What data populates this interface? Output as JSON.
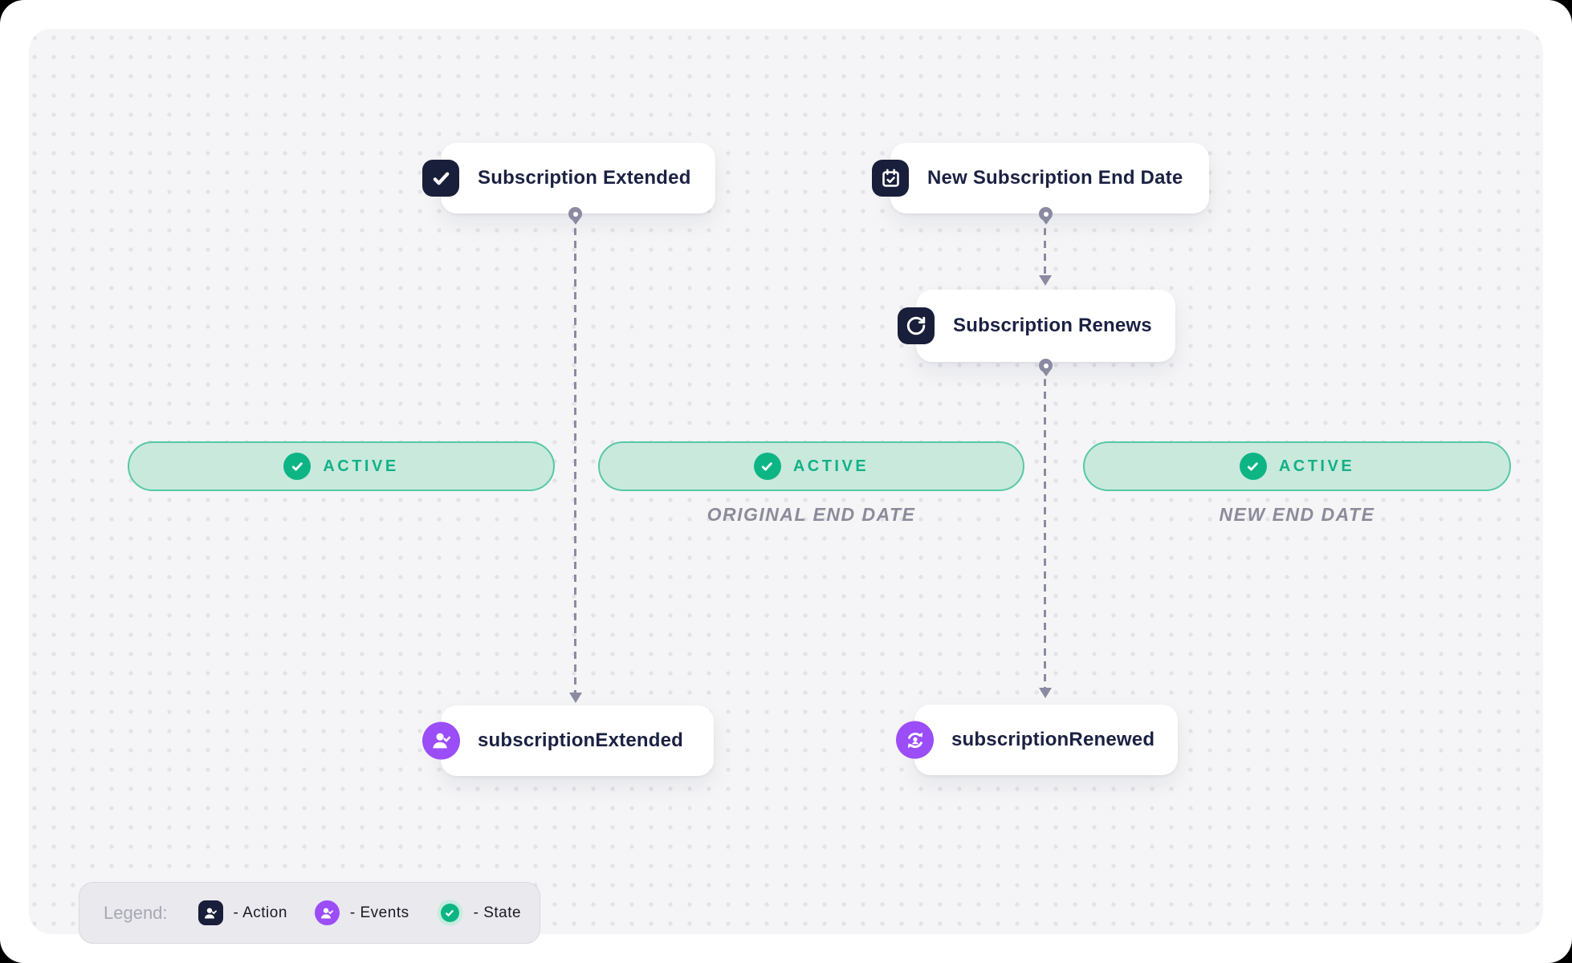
{
  "colors": {
    "navy": "#191e3a",
    "purple": "#9b4df7",
    "green": "#0db584",
    "pill-bg": "#c9e9dc",
    "pill-border": "#58c8a3",
    "pill-text": "#10b287",
    "dash": "#8a8aa2",
    "caption": "#8b8b9b",
    "canvas-bg": "#f5f5f7",
    "dot": "#e2e2e7",
    "card-text": "#1b2142",
    "legend-bg": "#e9e9ee",
    "legend-border": "#d9d9df",
    "legend-title": "#a8a8b4",
    "legend-text": "#1a1a26",
    "state-ring": "#c6ecdd"
  },
  "diagram": {
    "actions": {
      "extended": {
        "label": "Subscription Extended",
        "icon": "check-icon"
      },
      "new_end_date": {
        "label": "New Subscription End Date",
        "icon": "calendar-check-icon"
      },
      "renews": {
        "label": "Subscription Renews",
        "icon": "rotate-cw-icon"
      }
    },
    "events": {
      "extended": {
        "label": "subscriptionExtended",
        "icon": "user-check-icon"
      },
      "renewed": {
        "label": "subscriptionRenewed",
        "icon": "user-sync-icon"
      }
    },
    "states": [
      {
        "label": "ACTIVE",
        "caption": ""
      },
      {
        "label": "ACTIVE",
        "caption": "ORIGINAL END DATE"
      },
      {
        "label": "ACTIVE",
        "caption": "NEW END DATE"
      }
    ]
  },
  "legend": {
    "title": "Legend:",
    "items": [
      {
        "icon": "user-check-icon",
        "label": "- Action"
      },
      {
        "icon": "user-check-icon",
        "label": "- Events"
      },
      {
        "icon": "check-circle-icon",
        "label": "- State"
      }
    ]
  }
}
